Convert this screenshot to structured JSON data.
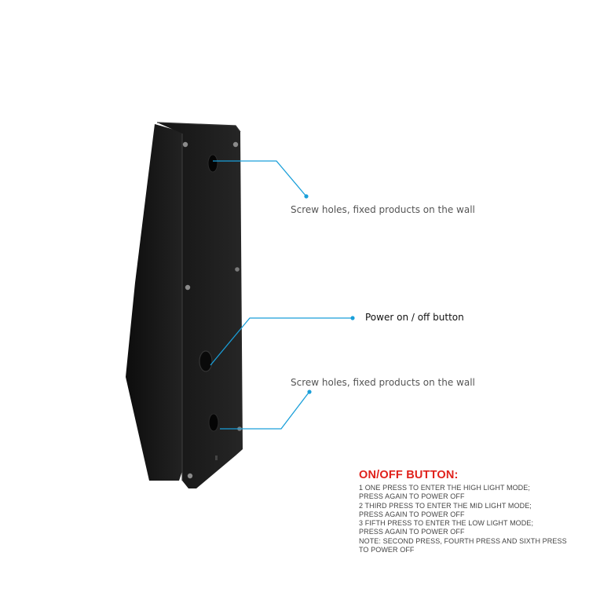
{
  "callouts": {
    "top_screw": "Screw holes, fixed products on the wall",
    "power": "Power on / off button",
    "bottom_screw": "Screw holes, fixed products on the wall"
  },
  "instructions": {
    "title": "ON/OFF BUTTON:",
    "lines": [
      "1 ONE PRESS TO ENTER THE HIGH LIGHT MODE;",
      "PRESS AGAIN TO POWER OFF",
      "2 THIRD PRESS TO ENTER THE MID LIGHT MODE;",
      "PRESS AGAIN TO POWER OFF",
      "3 FIFTH PRESS TO ENTER THE LOW LIGHT MODE;",
      "PRESS AGAIN TO POWER OFF",
      "NOTE: SECOND PRESS, FOURTH PRESS AND SIXTH PRESS",
      "TO POWER OFF"
    ]
  },
  "colors": {
    "callout_line": "#1a9fd9",
    "title_red": "#e0211b",
    "product_body": "#1c1c1c"
  }
}
